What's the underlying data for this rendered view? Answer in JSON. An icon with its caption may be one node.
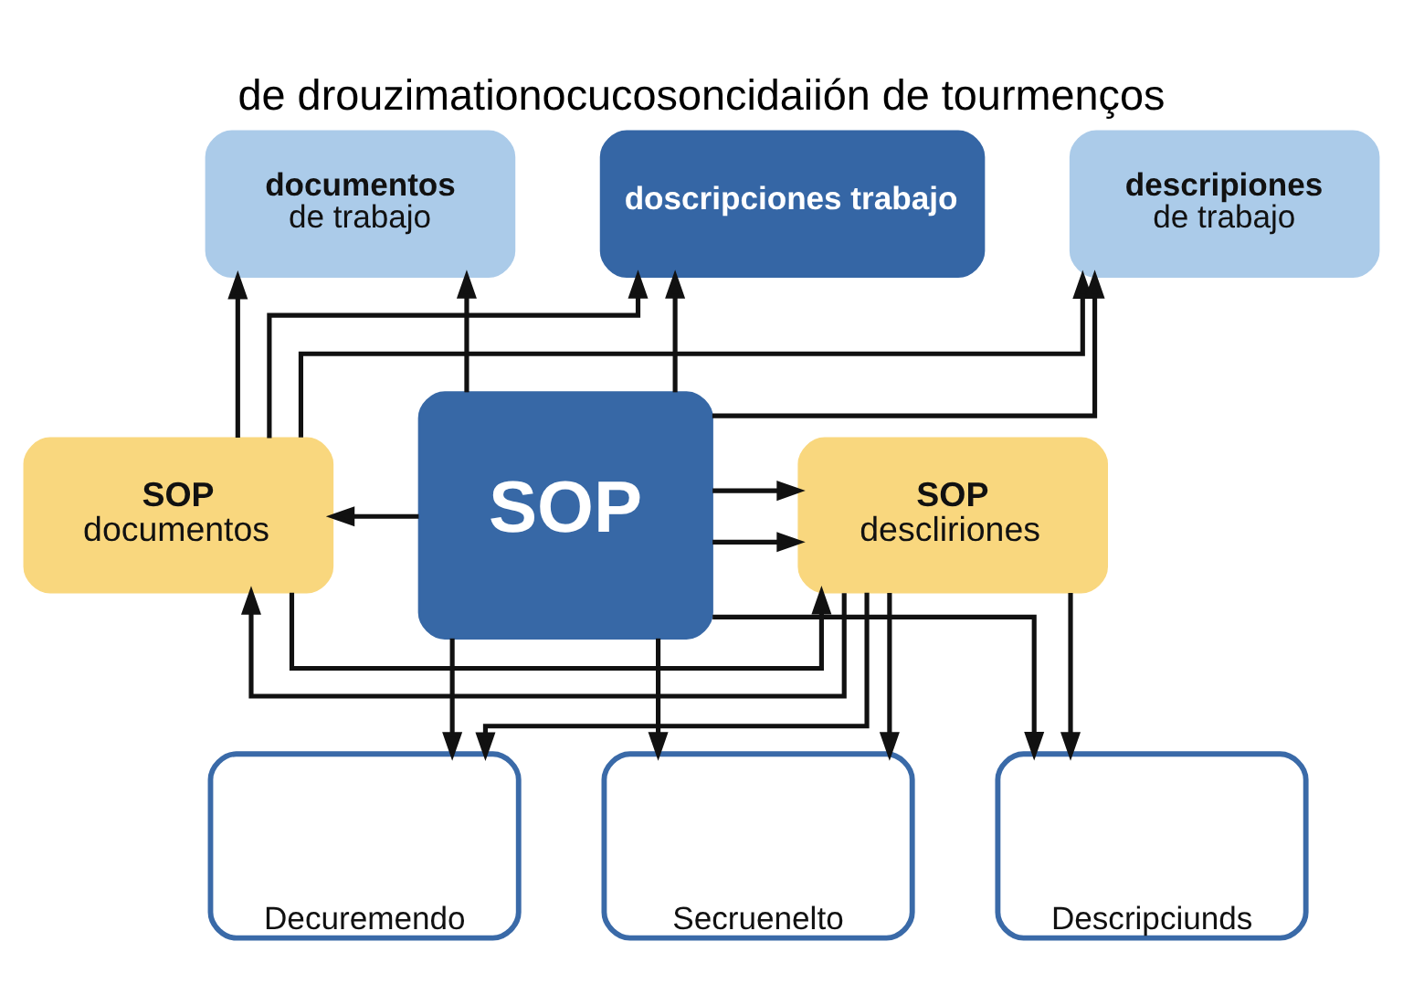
{
  "diagram": {
    "title": "de drouzimationocucosoncidaiión de tourmenços",
    "nodes": [
      {
        "text": [
          "documentos",
          "de trabajo"
        ]
      },
      {
        "text": [
          "doscripciones trabajo"
        ]
      },
      {
        "text": [
          "descripiones",
          "de trabajo"
        ]
      },
      {
        "text": [
          "SOP",
          "documentos"
        ]
      },
      {
        "text": [
          "SOP"
        ]
      },
      {
        "text": [
          "SOP",
          "descliriones"
        ]
      },
      {
        "text": [
          "Decuremendo"
        ]
      },
      {
        "text": [
          "Secruenelto"
        ]
      },
      {
        "text": [
          "Descripciunds"
        ]
      }
    ],
    "edges": [
      {
        "from": 3,
        "to": 0,
        "arrow": "to"
      },
      {
        "from": 3,
        "to": 1,
        "arrow": "to"
      },
      {
        "from": 3,
        "to": 2,
        "arrow": "to"
      },
      {
        "from": 3,
        "to": 5,
        "arrow": "to"
      },
      {
        "from": 4,
        "to": 0,
        "arrow": "to"
      },
      {
        "from": 4,
        "to": 1,
        "arrow": "to"
      },
      {
        "from": 4,
        "to": 2,
        "arrow": "to"
      },
      {
        "from": 4,
        "to": 5,
        "arrow": "to"
      },
      {
        "from": 4,
        "to": 5,
        "arrow": "to"
      },
      {
        "from": 4,
        "to": 3,
        "arrow": "to"
      },
      {
        "from": 4,
        "to": 6,
        "arrow": "to"
      },
      {
        "from": 4,
        "to": 7,
        "arrow": "to"
      },
      {
        "from": 4,
        "to": 8,
        "arrow": "to"
      },
      {
        "from": 5,
        "to": 3,
        "arrow": "to"
      },
      {
        "from": 5,
        "to": 6,
        "arrow": "to"
      },
      {
        "from": 5,
        "to": 7,
        "arrow": "to"
      },
      {
        "from": 5,
        "to": 8,
        "arrow": "to"
      }
    ]
  }
}
